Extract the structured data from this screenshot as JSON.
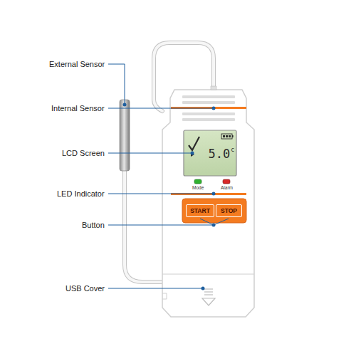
{
  "diagram": {
    "nodes": [
      {
        "text": [
          "5.0",
          "c"
        ]
      },
      {
        "text": [
          "START"
        ]
      },
      {
        "text": [
          "STOP"
        ]
      }
    ],
    "labels": [
      "External Sensor",
      "Internal Sensor",
      "LCD Screen",
      "LED Indicator",
      "Button",
      "USB Cover",
      "Mode",
      "Alarm"
    ]
  }
}
